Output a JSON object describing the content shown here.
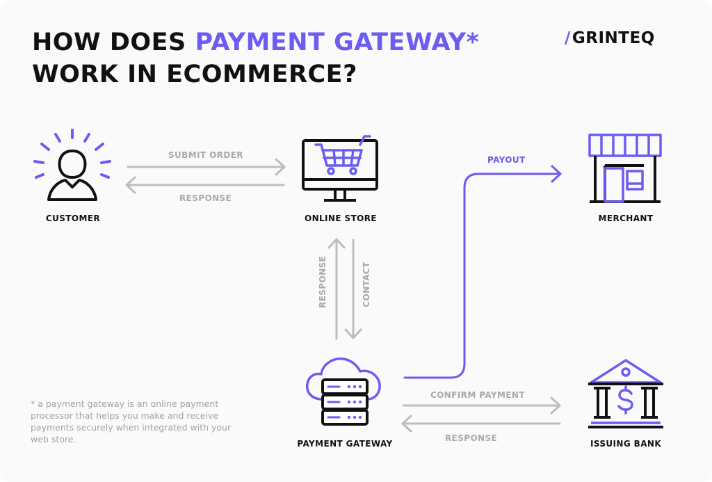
{
  "title": {
    "line1_prefix": "HOW DOES ",
    "line1_accent": "PAYMENT GATEWAY*",
    "line2": "WORK IN ECOMMERCE?"
  },
  "logo": {
    "slash": "/",
    "text": "GRINTEQ"
  },
  "nodes": {
    "customer": "CUSTOMER",
    "online_store": "ONLINE STORE",
    "merchant": "MERCHANT",
    "payment_gateway": "PAYMENT GATEWAY",
    "issuing_bank": "ISSUING BANK"
  },
  "edges": {
    "submit_order": "SUBMIT ORDER",
    "response_store": "RESPONSE",
    "payout": "PAYOUT",
    "response_vertical": "RESPONSE",
    "contact": "CONTACT",
    "confirm_payment": "CONFIRM PAYMENT",
    "response_bank": "RESPONSE"
  },
  "footnote": {
    "text": "* a payment gateway is an online payment processor that helps you make and receive payments securely when integrated with your web store."
  },
  "colors": {
    "accent": "#6b5cf2",
    "dark": "#111111",
    "arrow_gray": "#bdbdbd",
    "label_gray": "#a9a9a9"
  }
}
